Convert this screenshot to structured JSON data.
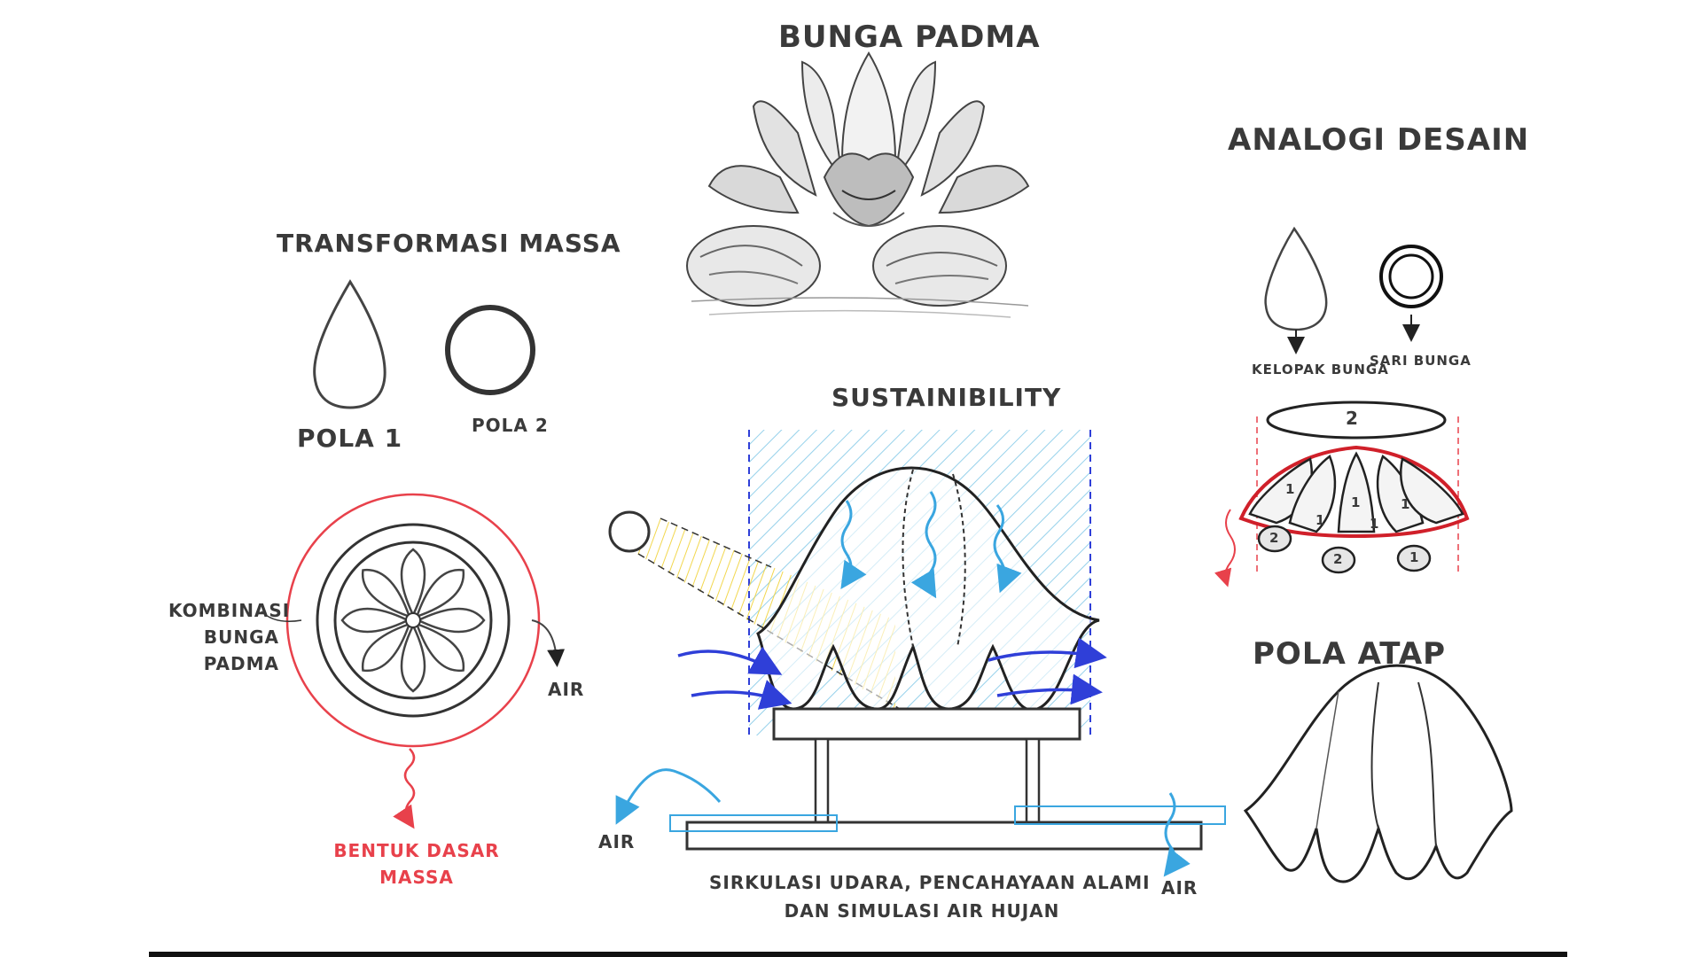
{
  "titles": {
    "bunga_padma": "BUNGA PADMA",
    "analogi_desain": "ANALOGI DESAIN",
    "transformasi_massa": "TRANSFORMASI MASSA",
    "sustainibility": "SUSTAINIBILITY",
    "pola_atap": "POLA ATAP"
  },
  "transformasi": {
    "pola1": "POLA 1",
    "pola2": "POLA 2",
    "kombinasi": [
      "KOMBINASI",
      "BUNGA",
      "PADMA"
    ],
    "air": "AIR",
    "bentuk_dasar": [
      "BENTUK DASAR",
      "MASSA"
    ]
  },
  "analogi": {
    "kelopak": "KELOPAK BUNGA",
    "sari": "SARI BUNGA",
    "num_2_top": "2",
    "petal_numbers": [
      "1",
      "1",
      "1",
      "1",
      "1"
    ],
    "small_numbers": [
      "2",
      "2",
      "1"
    ]
  },
  "sustain": {
    "caption": [
      "SIRKULASI UDARA, PENCAHAYAAN ALAMI",
      "DAN SIMULASI AIR HUJAN"
    ],
    "air_left": "AIR",
    "air_right": "AIR"
  },
  "colors": {
    "ink": "#3a3a3a",
    "accent_red": "#e8414b",
    "air_blue": "#3aa6e0",
    "wind_blue": "#2f3fd8",
    "sun_yellow": "#f0d23a",
    "hatch_blue": "#7cc6e6"
  }
}
